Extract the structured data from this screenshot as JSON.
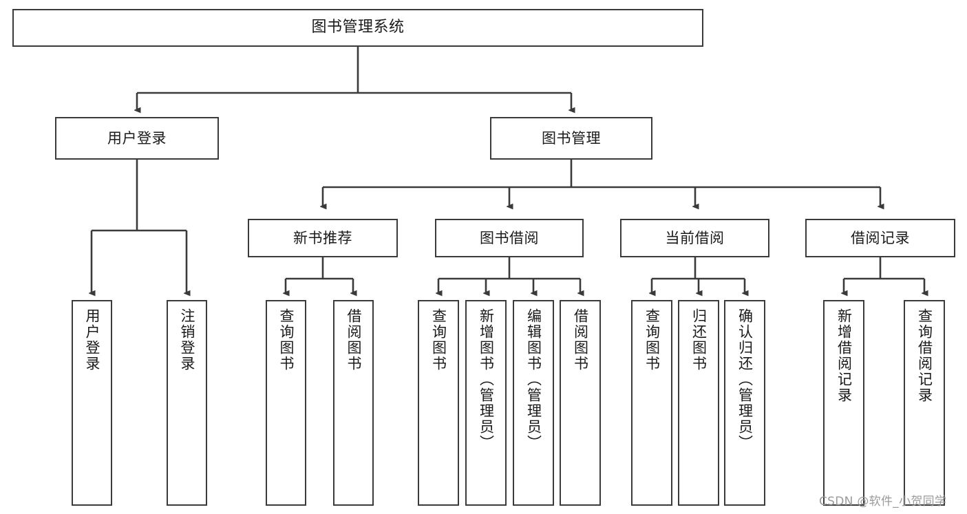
{
  "diagram": {
    "type": "tree-hierarchy",
    "title": "图书管理系统",
    "watermark": "CSDN @软件_小贺同学",
    "colors": {
      "background": "#ffffff",
      "border": "#3a3a3a",
      "text": "#1a1a1a",
      "edge": "#3a3a3a",
      "watermark": "#9a9a9a"
    },
    "nodes": {
      "root": {
        "label": "图书管理系统"
      },
      "level2": [
        {
          "label": "用户登录"
        },
        {
          "label": "图书管理"
        }
      ],
      "level3": [
        {
          "label": "新书推荐"
        },
        {
          "label": "图书借阅"
        },
        {
          "label": "当前借阅"
        },
        {
          "label": "借阅记录"
        }
      ],
      "leaves": {
        "user_login": [
          {
            "label": "用户登录"
          },
          {
            "label": "注销登录"
          }
        ],
        "new_book": [
          {
            "label": "查询图书"
          },
          {
            "label": "借阅图书"
          }
        ],
        "book_borrow": [
          {
            "label": "查询图书"
          },
          {
            "label": "新增图书（管理员）"
          },
          {
            "label": "编辑图书（管理员）"
          },
          {
            "label": "借阅图书"
          }
        ],
        "current_borrow": [
          {
            "label": "查询图书"
          },
          {
            "label": "归还图书"
          },
          {
            "label": "确认归还（管理员）"
          }
        ],
        "borrow_record": [
          {
            "label": "新增借阅记录"
          },
          {
            "label": "查询借阅记录"
          }
        ]
      }
    }
  }
}
